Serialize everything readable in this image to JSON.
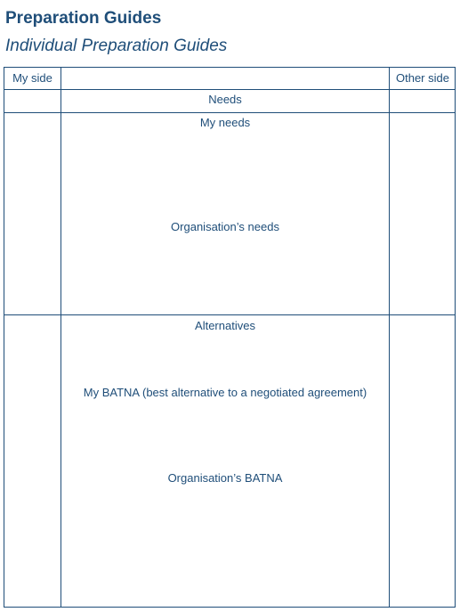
{
  "header": {
    "title": "Preparation Guides",
    "subtitle": "Individual Preparation Guides"
  },
  "table": {
    "col_my_side": "My side",
    "col_other_side": "Other side",
    "needs_section": "Needs",
    "my_needs": "My needs",
    "organisation_needs": "Organisation’s needs",
    "alternatives_section": "Alternatives",
    "my_batna": "My BATNA (best alternative to a negotiated agreement)",
    "organisation_batna": "Organisation’s BATNA"
  }
}
